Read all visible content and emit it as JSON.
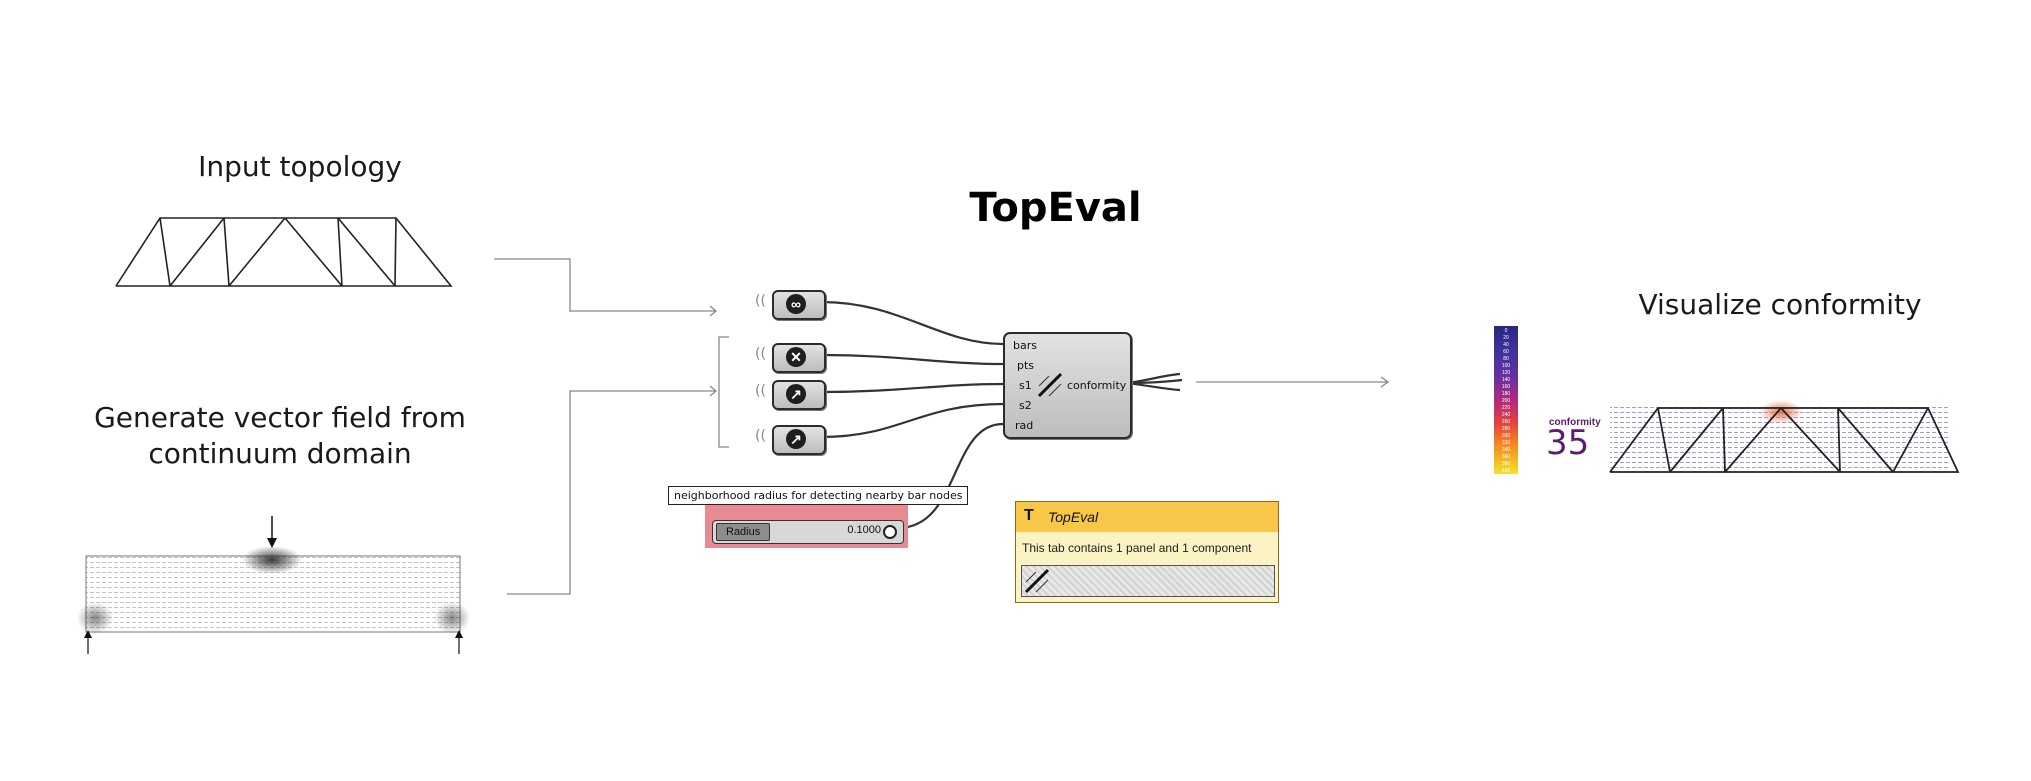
{
  "title": "TopEval",
  "labels": {
    "input_topology": "Input topology",
    "generate_line1": "Generate vector field from",
    "generate_line2": "continuum domain",
    "visualize": "Visualize conformity"
  },
  "component": {
    "inputs": [
      "bars",
      "pts",
      "s1",
      "s2",
      "rad"
    ],
    "output": "conformity"
  },
  "input_nodes": [
    {
      "icon": "link-icon"
    },
    {
      "icon": "point-icon"
    },
    {
      "icon": "vector-icon"
    },
    {
      "icon": "vector-icon"
    }
  ],
  "slider": {
    "tooltip": "neighborhood radius for detecting nearby bar nodes",
    "name": "Radius",
    "value": "0.1000"
  },
  "tab_panel": {
    "icon_letter": "T",
    "name": "TopEval",
    "description": "This tab contains 1 panel and 1 component"
  },
  "legend_ticks": [
    "0",
    "20",
    "40",
    "60",
    "80",
    "100",
    "120",
    "140",
    "160",
    "180",
    "200",
    "220",
    "240",
    "260",
    "280",
    "300",
    "320",
    "340",
    "360",
    "380",
    "400"
  ],
  "result": {
    "label": "conformity",
    "value": "35"
  },
  "colors": {
    "conformity_text": "#5c1d6e",
    "slider_highlight": "#e88a92",
    "tab_header": "#f8c74a",
    "vector_field": "#2e2a9a"
  }
}
